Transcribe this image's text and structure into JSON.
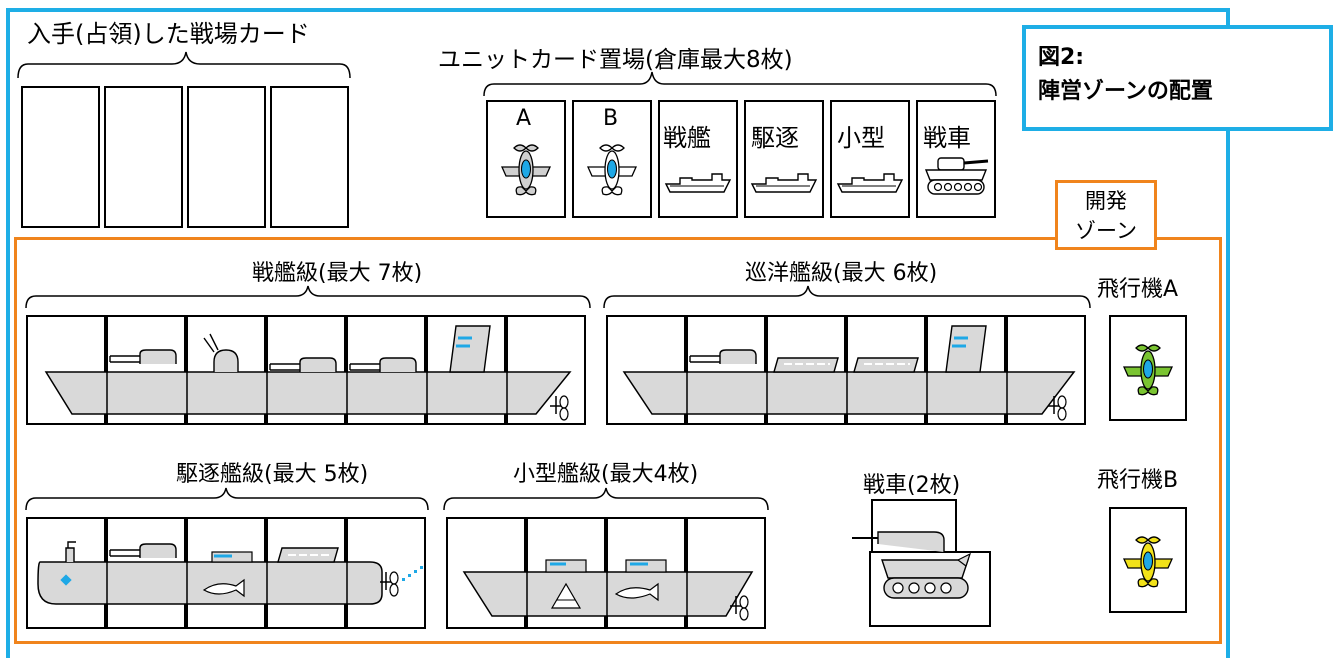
{
  "figure_label": {
    "line1": "図2:",
    "line2": "陣営ゾーンの配置"
  },
  "captured_fields": {
    "title": "入手(占領)した戦場カード"
  },
  "warehouse": {
    "title": "ユニットカード置場(倉庫最大8枚)",
    "cards": [
      "A",
      "B",
      "戦艦",
      "駆逐",
      "小型",
      "戦車"
    ]
  },
  "dev_zone": {
    "label_line1": "開発",
    "label_line2": "ゾーン"
  },
  "groups": {
    "battleship": "戦艦級(最大 7枚)",
    "cruiser": "巡洋艦級(最大 6枚)",
    "destroyer": "駆逐艦級(最大 5枚)",
    "small": "小型艦級(最大4枚)",
    "tank": "戦車(2枚)",
    "plane_a": "飛行機A",
    "plane_b": "飛行機B"
  },
  "colors": {
    "border_blue": "#1eaee6",
    "border_orange": "#f0841c",
    "hull_gray": "#d9d9d9",
    "plane_green": "#7ac431",
    "plane_yellow": "#f2e21a",
    "accent_blue": "#1ea8e6"
  }
}
